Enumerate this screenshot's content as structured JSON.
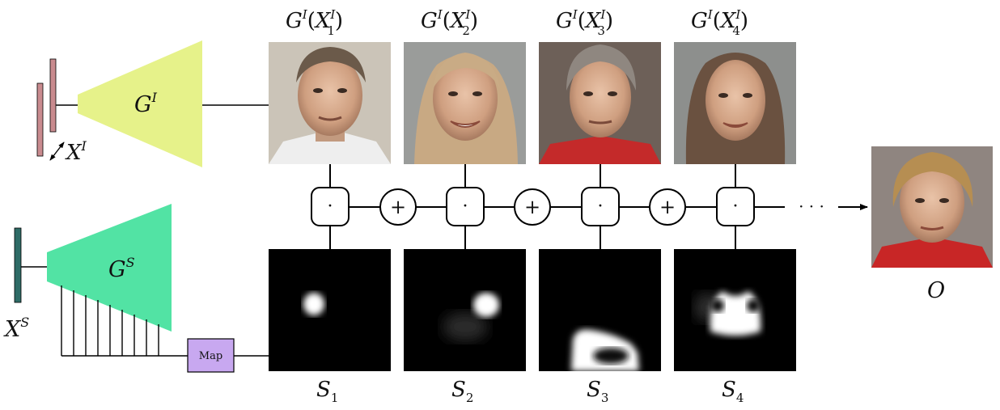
{
  "image_generator": {
    "base": "G",
    "sup": "I"
  },
  "image_latent": {
    "base": "X",
    "sup": "I"
  },
  "shape_generator": {
    "base": "G",
    "sup": "S"
  },
  "shape_latent": {
    "base": "X",
    "sup": "S"
  },
  "map_block": {
    "label": "Map"
  },
  "face_images": [
    {
      "G": "G",
      "Gsup": "I",
      "X": "X",
      "Xsup": "I",
      "Xsub": "1"
    },
    {
      "G": "G",
      "Gsup": "I",
      "X": "X",
      "Xsup": "I",
      "Xsub": "2"
    },
    {
      "G": "G",
      "Gsup": "I",
      "X": "X",
      "Xsup": "I",
      "Xsub": "3"
    },
    {
      "G": "G",
      "Gsup": "I",
      "X": "X",
      "Xsup": "I",
      "Xsub": "4"
    }
  ],
  "masks": [
    {
      "base": "S",
      "sub": "1"
    },
    {
      "base": "S",
      "sub": "2"
    },
    {
      "base": "S",
      "sub": "3"
    },
    {
      "base": "S",
      "sub": "4"
    }
  ],
  "operators": {
    "multiply": "·",
    "add": "+",
    "ellipsis": "· · ·"
  },
  "output": {
    "label": "O"
  },
  "colors": {
    "image_generator_fill": "#e6f28a",
    "shape_generator_fill": "#52e3a4",
    "map_fill": "#c8a8f0",
    "image_latent_bars": "#c98b8f",
    "shape_latent_bar": "#2e6b66"
  }
}
